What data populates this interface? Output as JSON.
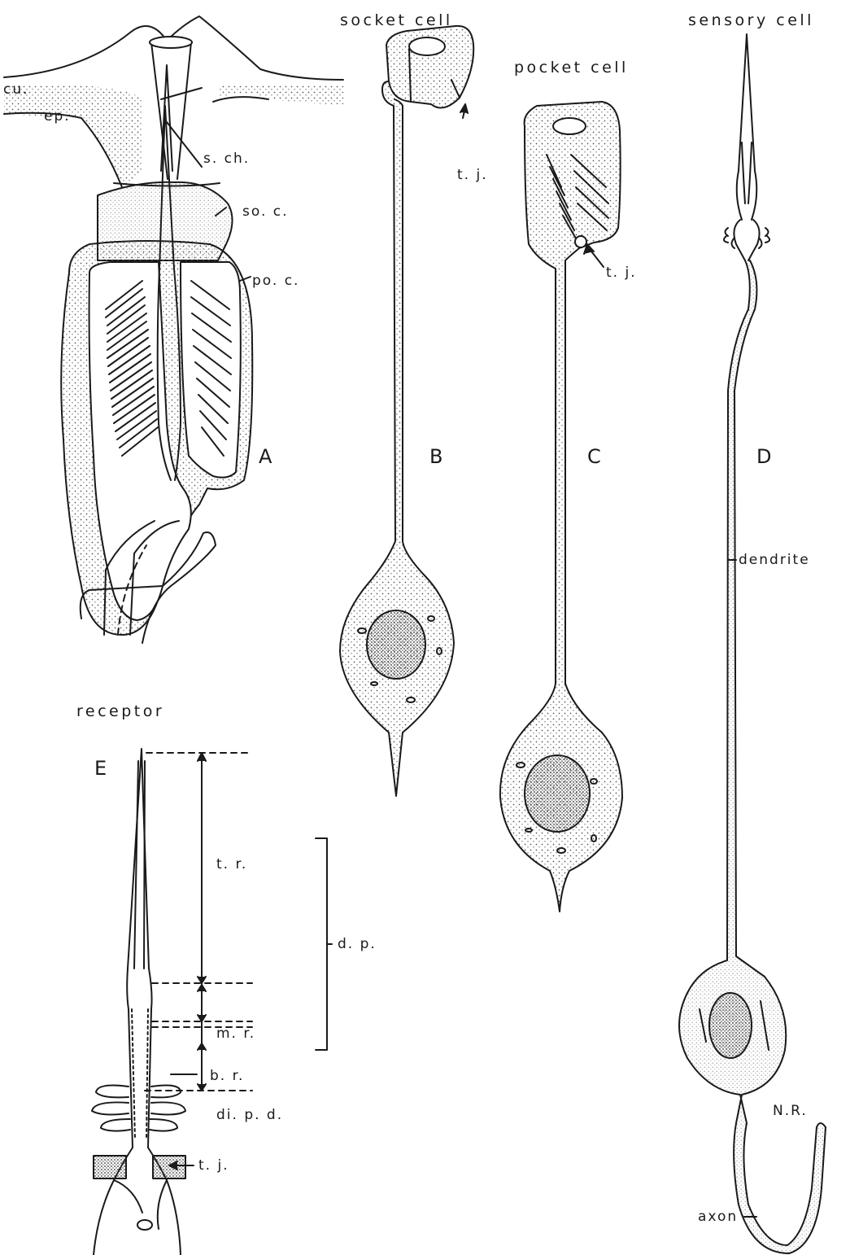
{
  "titles": {
    "socket_cell": "socket cell",
    "pocket_cell": "pocket cell",
    "sensory_cell": "sensory cell",
    "receptor": "receptor"
  },
  "panels": {
    "a": "A",
    "b": "B",
    "c": "C",
    "d": "D",
    "e": "E"
  },
  "labels": {
    "cu": "cu.",
    "ep": "ep.",
    "s_ch": "s. ch.",
    "so_c": "so. c.",
    "po_c": "po. c.",
    "tj_b": "t. j.",
    "tj_c": "t. j.",
    "tj_e": "t. j.",
    "dendrite": "dendrite",
    "nr": "N.R.",
    "axon": "axon",
    "tr": "t. r.",
    "dp": "d. p.",
    "mr": "m. r.",
    "br": "b. r.",
    "dipd": "di. p. d."
  },
  "colors": {
    "ink": "#1a1a1a",
    "background": "#ffffff",
    "stipple": "#555555"
  }
}
